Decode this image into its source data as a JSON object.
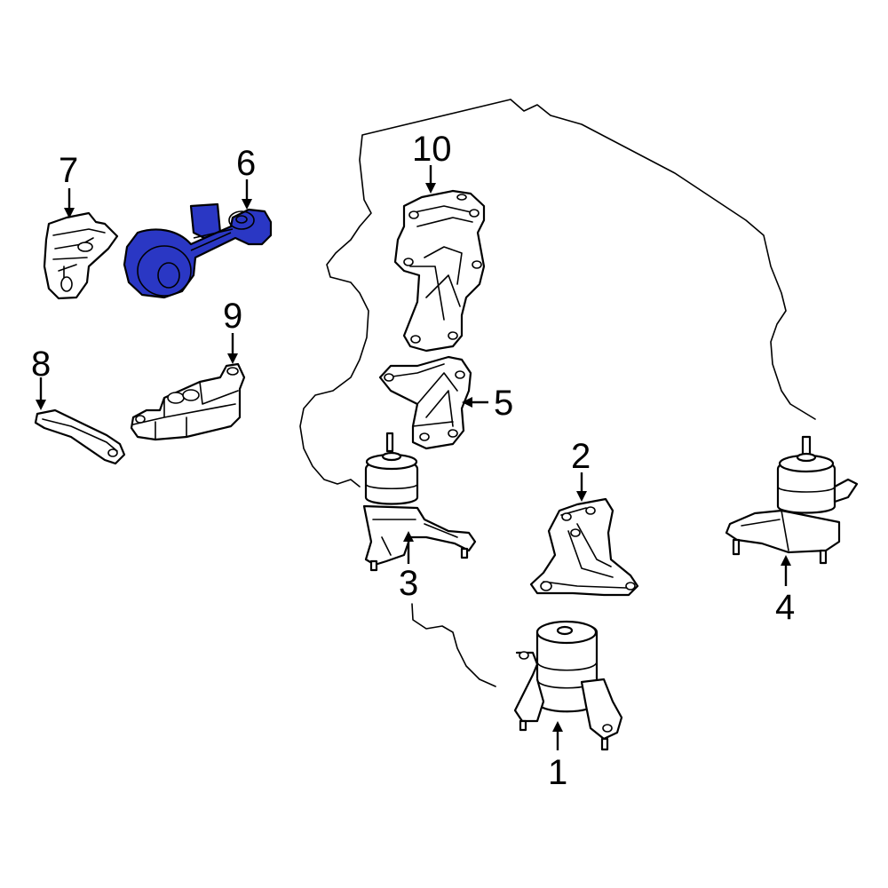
{
  "callouts": {
    "c1": "1",
    "c2": "2",
    "c3": "3",
    "c4": "4",
    "c5": "5",
    "c6": "6",
    "c7": "7",
    "c8": "8",
    "c9": "9",
    "c10": "10"
  },
  "colors": {
    "highlight": "#2a37c4",
    "line": "#000000",
    "background": "#ffffff"
  },
  "highlighted_part": "6"
}
